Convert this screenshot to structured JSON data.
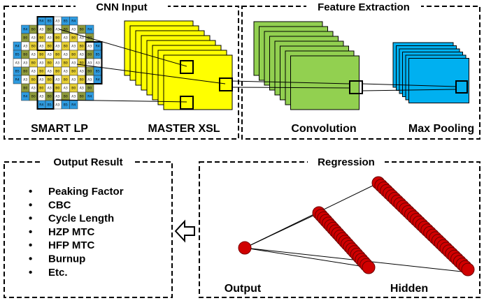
{
  "panels": {
    "cnn_input": {
      "title": "CNN Input",
      "left_label": "SMART LP",
      "right_label": "MASTER XSL"
    },
    "feature_extraction": {
      "title": "Feature Extraction",
      "left_label": "Convolution",
      "right_label": "Max Pooling"
    },
    "output_result": {
      "title": "Output Result",
      "bullet": "•",
      "items": [
        "Peaking Factor",
        "CBC",
        "Cycle Length",
        "HZP MTC",
        "HFP MTC",
        "Burnup",
        "Etc."
      ]
    },
    "regression": {
      "title": "Regression",
      "output_label": "Output",
      "hidden_label": "Hidden"
    }
  },
  "core_map": {
    "rows": [
      [
        "",
        "",
        "",
        "R4",
        "B5",
        "A3",
        "B5",
        "R4",
        "",
        "",
        ""
      ],
      [
        "",
        "R4",
        "B0",
        "A3",
        "B0",
        "A3",
        "B0",
        "A3",
        "B0",
        "R4",
        ""
      ],
      [
        "",
        "B0",
        "A3",
        "B0",
        "A3",
        "B0",
        "A3",
        "B0",
        "A3",
        "B0",
        ""
      ],
      [
        "R4",
        "A3",
        "B0",
        "A3",
        "B0",
        "A3",
        "B0",
        "A3",
        "B0",
        "A3",
        "R4"
      ],
      [
        "B5",
        "B0",
        "A3",
        "B0",
        "A3",
        "B0",
        "A3",
        "B0",
        "A3",
        "B0",
        "B5"
      ],
      [
        "A3",
        "A3",
        "B0",
        "A3",
        "B0",
        "A3",
        "B0",
        "A3",
        "B0",
        "A3",
        "A3"
      ],
      [
        "B5",
        "B0",
        "A3",
        "B0",
        "A3",
        "B0",
        "A3",
        "B0",
        "A3",
        "B0",
        "B5"
      ],
      [
        "R4",
        "A3",
        "B0",
        "A3",
        "B0",
        "A3",
        "B0",
        "A3",
        "B0",
        "A3",
        "R4"
      ],
      [
        "",
        "B0",
        "A3",
        "B0",
        "A3",
        "B0",
        "A3",
        "B0",
        "A3",
        "B0",
        ""
      ],
      [
        "",
        "R4",
        "B0",
        "A3",
        "B0",
        "A3",
        "B0",
        "A3",
        "B0",
        "R4",
        ""
      ],
      [
        "",
        "",
        "",
        "R4",
        "B5",
        "A3",
        "B5",
        "R4",
        "",
        "",
        ""
      ]
    ]
  },
  "colors": {
    "xsl_yellow": "#ffff00",
    "conv_green": "#92d050",
    "pool_blue": "#00b0f0",
    "map_blue": "#2e9be0",
    "map_yellow": "#e6cf33",
    "map_olive": "#8f9b3c",
    "map_white": "#ffffff",
    "neuron_red": "#d00000"
  },
  "icons": {
    "arrow": "left-arrow-icon"
  }
}
